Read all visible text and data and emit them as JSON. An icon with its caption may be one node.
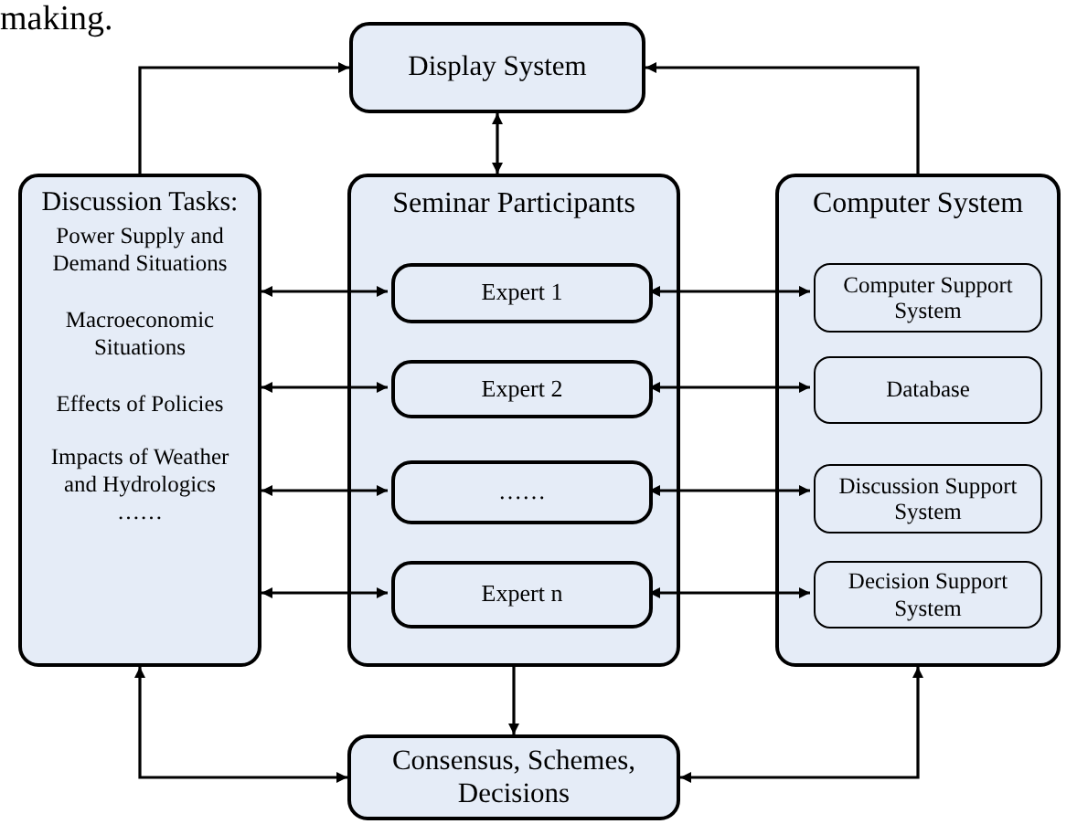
{
  "diagram": {
    "nodes": [
      {
        "text": [
          "Display System"
        ]
      },
      {
        "text": [
          "Discussion Tasks:",
          "Power Supply and Demand Situations",
          "Macroeconomic Situations",
          "Effects of Policies",
          "Impacts of Weather and Hydrologics",
          "……"
        ]
      },
      {
        "text": [
          "Seminar Participants"
        ]
      },
      {
        "text": [
          "Expert 1"
        ],
        "in": 2
      },
      {
        "text": [
          "Expert 2"
        ],
        "in": 2
      },
      {
        "text": [
          "……"
        ],
        "in": 2
      },
      {
        "text": [
          "Expert n"
        ],
        "in": 2
      },
      {
        "text": [
          "Computer System"
        ]
      },
      {
        "text": [
          "Computer Support System"
        ],
        "in": 7
      },
      {
        "text": [
          "Database"
        ],
        "in": 7
      },
      {
        "text": [
          "Discussion Support System"
        ],
        "in": 7
      },
      {
        "text": [
          "Decision Support System"
        ],
        "in": 7
      },
      {
        "text": [
          "Consensus, Schemes, Decisions"
        ]
      }
    ],
    "edges": [
      {
        "from": 1,
        "to": 3,
        "arrow": "both"
      },
      {
        "from": 1,
        "to": 4,
        "arrow": "both"
      },
      {
        "from": 1,
        "to": 5,
        "arrow": "both"
      },
      {
        "from": 1,
        "to": 6,
        "arrow": "both"
      },
      {
        "from": 3,
        "to": 8,
        "arrow": "both"
      },
      {
        "from": 4,
        "to": 9,
        "arrow": "both"
      },
      {
        "from": 5,
        "to": 10,
        "arrow": "both"
      },
      {
        "from": 6,
        "to": 11,
        "arrow": "both"
      },
      {
        "from": 1,
        "to": 0,
        "arrow": "to"
      },
      {
        "from": 7,
        "to": 0,
        "arrow": "to"
      },
      {
        "from": 0,
        "to": 2,
        "arrow": "both"
      },
      {
        "from": 2,
        "to": 12,
        "arrow": "to"
      },
      {
        "from": 12,
        "to": 1,
        "arrow": "both"
      },
      {
        "from": 12,
        "to": 7,
        "arrow": "both"
      }
    ],
    "labels": [
      "making."
    ]
  }
}
